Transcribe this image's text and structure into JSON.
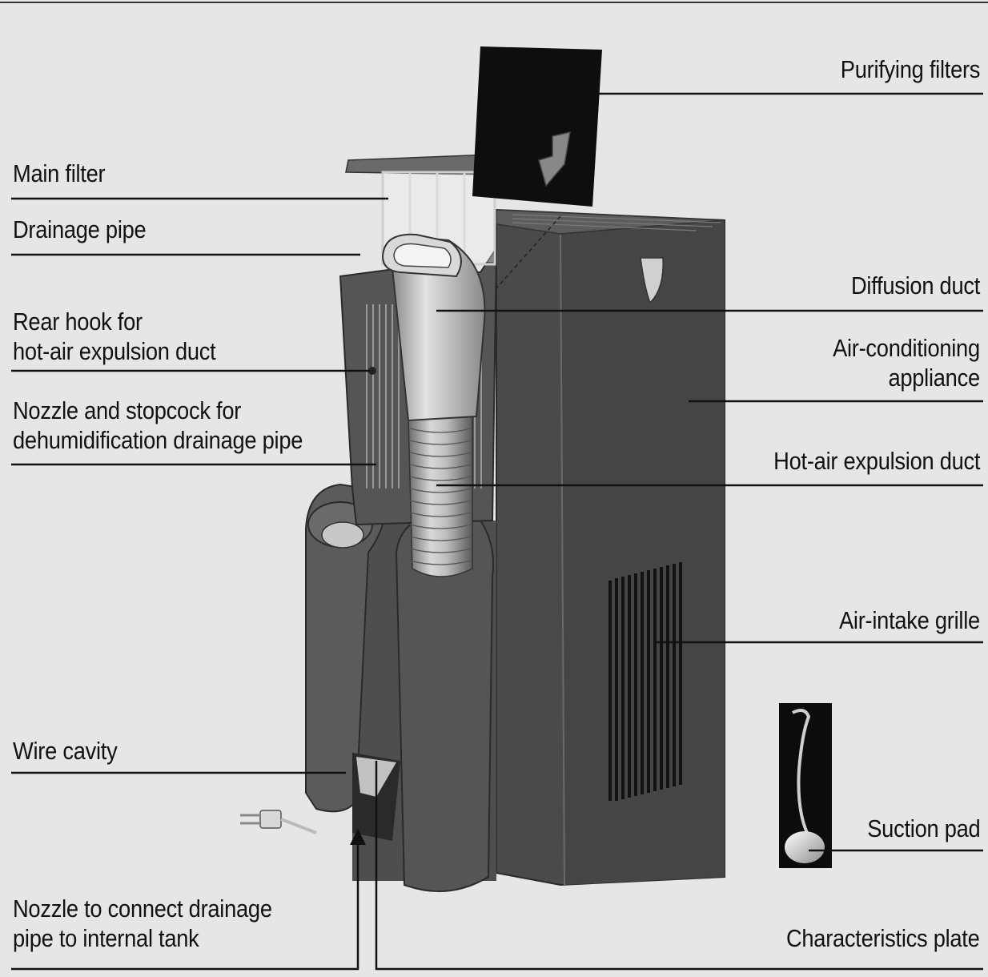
{
  "labels": {
    "purifying_filters": "Purifying filters",
    "main_filter": "Main filter",
    "drainage_pipe": "Drainage pipe",
    "diffusion_duct": "Diffusion duct",
    "rear_hook": [
      "Rear hook for",
      "hot-air expulsion duct"
    ],
    "air_conditioning_appliance": [
      "Air-conditioning",
      "appliance"
    ],
    "nozzle_stopcock": [
      "Nozzle and stopcock for",
      "dehumidification drainage pipe"
    ],
    "hot_air_duct": "Hot-air expulsion duct",
    "air_intake_grille": "Air-intake grille",
    "wire_cavity": "Wire cavity",
    "suction_pad": "Suction pad",
    "nozzle_connect": [
      "Nozzle to connect drainage",
      "pipe to internal tank"
    ],
    "characteristics_plate": "Characteristics plate"
  }
}
